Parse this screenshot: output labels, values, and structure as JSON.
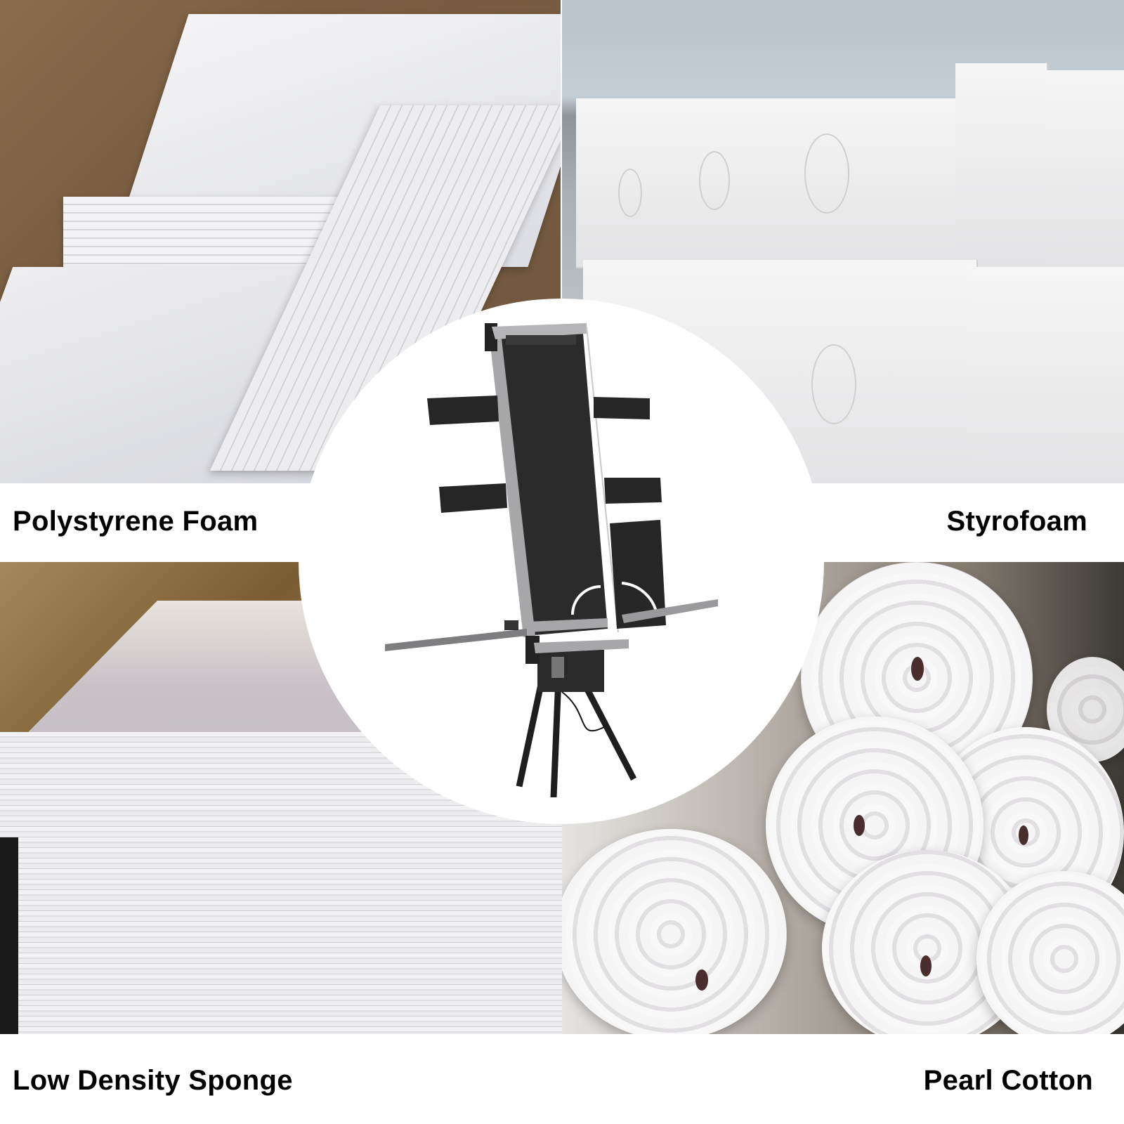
{
  "quadrants": [
    {
      "id": "top-left",
      "label": "Polystyrene Foam",
      "subject": "stacked polystyrene foam sheets in cardboard box"
    },
    {
      "id": "top-right",
      "label": "Styrofoam",
      "subject": "large styrofoam blocks outdoors"
    },
    {
      "id": "bottom-left",
      "label": "Low Density Sponge",
      "subject": "stack of low density sponge sheets"
    },
    {
      "id": "bottom-right",
      "label": "Pearl Cotton",
      "subject": "rolls of pearl cotton foam"
    }
  ],
  "center": {
    "subject": "hot wire foam cutting machine on tripod stand",
    "background": "#ffffff"
  },
  "colors": {
    "label_text": "#000000",
    "label_background": "#ffffff",
    "machine_panel": "#2a2a2a",
    "machine_frame": "#a9a9ab"
  }
}
